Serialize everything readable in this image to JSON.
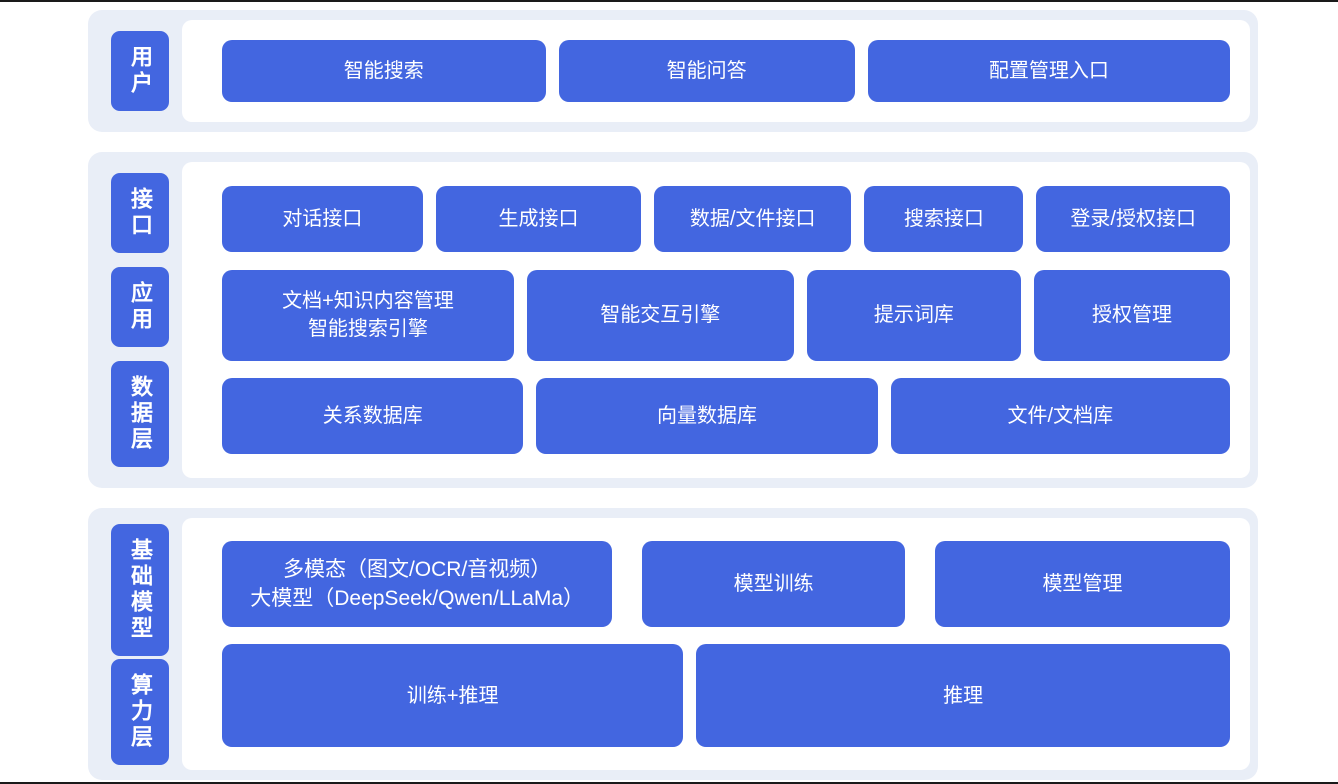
{
  "colors": {
    "accent_blue": "#4366e0",
    "section_bg": "#e9eef7",
    "card_bg": "#ffffff",
    "block_text": "#ffffff"
  },
  "sections": {
    "user": {
      "side": "用户",
      "blocks": [
        "智能搜索",
        "智能问答",
        "配置管理入口"
      ]
    },
    "middle": {
      "sides": [
        "接口",
        "应用",
        "数据层"
      ],
      "row_interface": [
        "对话接口",
        "生成接口",
        "数据/文件接口",
        "搜索接口",
        "登录/授权接口"
      ],
      "row_app": [
        "文档+知识内容管理\n智能搜索引擎",
        "智能交互引擎",
        "提示词库",
        "授权管理"
      ],
      "row_data": [
        "关系数据库",
        "向量数据库",
        "文件/文档库"
      ]
    },
    "foundation": {
      "sides": [
        "基础模型",
        "算力层"
      ],
      "row_model": [
        "多模态（图文/OCR/音视频）\n大模型（DeepSeek/Qwen/LLaMa）",
        "模型训练",
        "模型管理"
      ],
      "row_compute": [
        "训练+推理",
        "推理"
      ]
    }
  }
}
